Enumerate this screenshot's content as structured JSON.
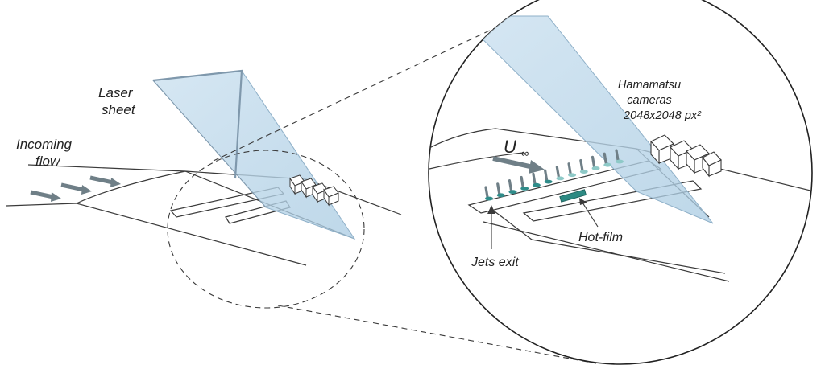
{
  "labels": {
    "laser_sheet_line1": "Laser",
    "laser_sheet_line2": "sheet",
    "incoming_flow_line1": "Incoming",
    "incoming_flow_line2": "flow",
    "cameras_line1": "Hamamatsu",
    "cameras_line2": "cameras",
    "cameras_line3": "2048x2048 px²",
    "freestream_symbol": "U",
    "freestream_subscript": "∞",
    "hot_film": "Hot-film",
    "jets_exit": "Jets exit"
  },
  "colors": {
    "line": "#3a3a3a",
    "laser_fill": "#bcd7ea",
    "laser_edge": "#8fb0c8",
    "arrow": "#6f7f87",
    "jet_dark": "#2f8c8a",
    "jet_light": "#8ec9c7",
    "hot_film": "#2d8a83"
  },
  "icons": {
    "camera": "camera-cube-icon",
    "flow_arrow": "flow-arrow-icon",
    "jet": "jet-icon"
  },
  "counts": {
    "flow_arrows": 3,
    "jets": 12,
    "cameras": 4
  }
}
